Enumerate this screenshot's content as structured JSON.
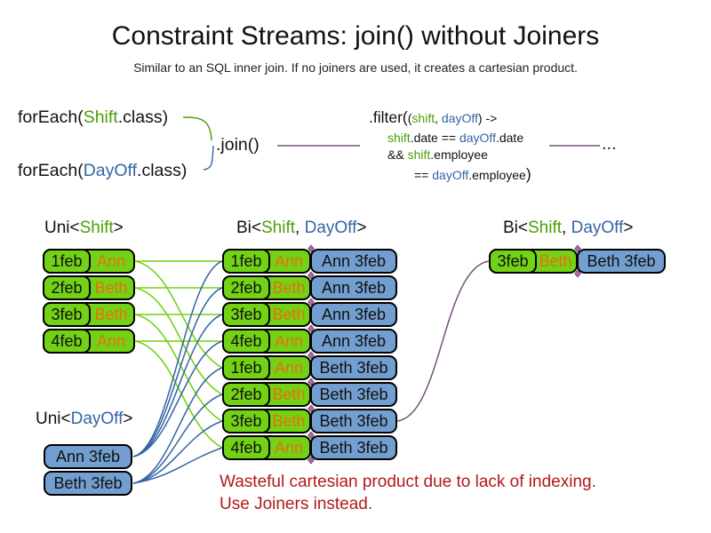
{
  "title": "Constraint Streams: join() without Joiners",
  "subtitle": "Similar to an SQL inner join. If no joiners are used, it creates a cartesian product.",
  "code": {
    "foreach_shift": {
      "pre": "forEach(",
      "cls": "Shift",
      "post": ".class)"
    },
    "foreach_dayoff": {
      "pre": "forEach(",
      "cls": "DayOff",
      "post": ".class)"
    },
    "join": ".join()",
    "filter": {
      "big_open": ".filter(",
      "paren": "(",
      "arg1": "shift",
      "comma": ", ",
      "arg2": "dayOff",
      "arrow": ") ->",
      "l2a": "shift",
      "l2b": ".date == ",
      "l2c": "dayOff",
      "l2d": ".date",
      "l3a": "&& ",
      "l3b": "shift",
      "l3c": ".employee",
      "l4a": "== ",
      "l4b": "dayOff",
      "l4c": ".employee",
      "close": ")"
    },
    "ellipsis": "..."
  },
  "headers": {
    "uni_shift": {
      "pre": "Uni<",
      "a": "Shift",
      "post": ">"
    },
    "bi_mid": {
      "pre": "Bi<",
      "a": "Shift",
      "sep": ", ",
      "b": "DayOff",
      "post": ">"
    },
    "bi_right": {
      "pre": "Bi<",
      "a": "Shift",
      "sep": ", ",
      "b": "DayOff",
      "post": ">"
    },
    "uni_dayoff": {
      "pre": "Uni<",
      "b": "DayOff",
      "post": ">"
    }
  },
  "shift_rows": [
    {
      "date": "1feb",
      "name": "Ann"
    },
    {
      "date": "2feb",
      "name": "Beth"
    },
    {
      "date": "3feb",
      "name": "Beth"
    },
    {
      "date": "4feb",
      "name": "Ann"
    }
  ],
  "dayoff_rows": [
    "Ann 3feb",
    "Beth 3feb"
  ],
  "pair_rows": [
    {
      "date": "1feb",
      "name": "Ann",
      "dayoff": "Ann 3feb"
    },
    {
      "date": "2feb",
      "name": "Beth",
      "dayoff": "Ann 3feb"
    },
    {
      "date": "3feb",
      "name": "Beth",
      "dayoff": "Ann 3feb"
    },
    {
      "date": "4feb",
      "name": "Ann",
      "dayoff": "Ann 3feb"
    },
    {
      "date": "1feb",
      "name": "Ann",
      "dayoff": "Beth 3feb"
    },
    {
      "date": "2feb",
      "name": "Beth",
      "dayoff": "Beth 3feb"
    },
    {
      "date": "3feb",
      "name": "Beth",
      "dayoff": "Beth 3feb"
    },
    {
      "date": "4feb",
      "name": "Ann",
      "dayoff": "Beth 3feb"
    }
  ],
  "result_row": {
    "date": "3feb",
    "name": "Beth",
    "dayoff": "Beth 3feb"
  },
  "warning": {
    "line1": "Wasteful cartesian product due to lack of indexing.",
    "line2": "Use Joiners instead."
  },
  "colors": {
    "shift_green": "#73d216",
    "dayoff_blue": "#729fcf",
    "code_green": "#4d9e07",
    "code_blue": "#3465a4",
    "employee_orange": "#e8700c",
    "connector_purple": "#75507b",
    "warning_red": "#b11a1a"
  }
}
